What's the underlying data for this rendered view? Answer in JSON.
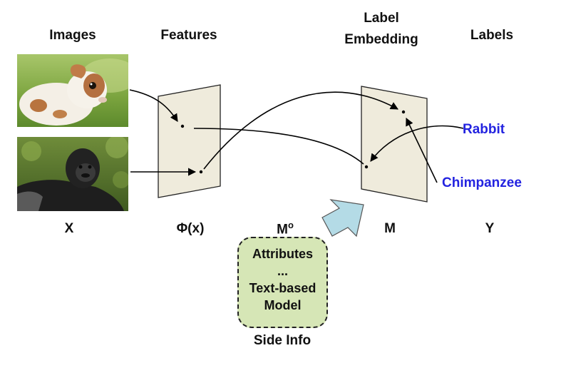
{
  "headers": {
    "images": "Images",
    "features": "Features",
    "label_embedding_line1": "Label",
    "label_embedding_line2": "Embedding",
    "labels": "Labels"
  },
  "symbols": {
    "x": "X",
    "phi": "Φ(x)",
    "m0_base": "M",
    "m0_sup": "o",
    "m": "M",
    "y": "Y"
  },
  "class_labels": {
    "rabbit": "Rabbit",
    "chimpanzee": "Chimpanzee"
  },
  "side_info": {
    "line1": "Attributes",
    "line2": "...",
    "line3": "Text-based",
    "line4": "Model",
    "caption": "Side Info"
  },
  "colors": {
    "plane_fill": "#efebdc",
    "arrow_fill": "#b4dbe6",
    "side_box_fill": "#d6e6b6",
    "label_blue": "#2323e0"
  }
}
